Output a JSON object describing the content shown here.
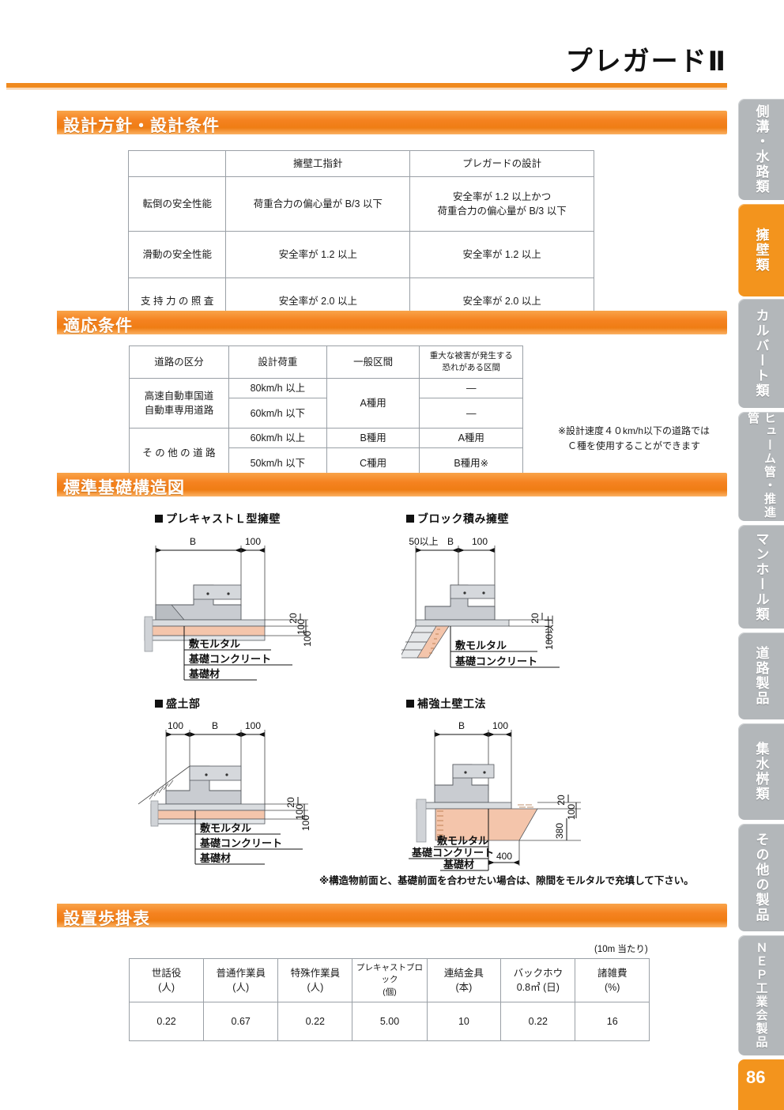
{
  "header": {
    "title": "プレガードⅡ"
  },
  "sections": {
    "design": "設計方針・設計条件",
    "applicable": "適応条件",
    "foundation": "標準基礎構造図",
    "install": "設置歩掛表"
  },
  "design_table": {
    "columns": [
      "",
      "擁壁工指針",
      "プレガードの設計"
    ],
    "rows": [
      {
        "label": "転倒の安全性能",
        "guide": "荷重合力の偏心量が B/3 以下",
        "pregard": "安全率が 1.2 以上かつ\n荷重合力の偏心量が B/3 以下"
      },
      {
        "label": "滑動の安全性能",
        "guide": "安全率が 1.2 以上",
        "pregard": "安全率が 1.2 以上"
      },
      {
        "label": "支 持 力 の 照 査",
        "guide": "安全率が 2.0 以上",
        "pregard": "安全率が 2.0 以上"
      }
    ]
  },
  "applicable_table": {
    "columns": [
      "道路の区分",
      "設計荷重",
      "一般区間",
      "重大な被害が発生する\n恐れがある区間"
    ],
    "rows": [
      {
        "class": "高速自動車国道\n自動車専用道路",
        "load": "80km/h 以上",
        "general": "A種用",
        "severe": "—"
      },
      {
        "class": "",
        "load": "60km/h 以下",
        "general": "",
        "severe": "—"
      },
      {
        "class": "そ の 他 の 道 路",
        "load": "60km/h 以上",
        "general": "B種用",
        "severe": "A種用"
      },
      {
        "class": "",
        "load": "50km/h 以下",
        "general": "C種用",
        "severe": "B種用※"
      }
    ],
    "note": "※設計速度４０km/h以下の道路では\nＣ種を使用することができます"
  },
  "diagrams": {
    "note": "※構造物前面と、基礎前面を合わせたい場合は、隙間をモルタルで充填して下さい。",
    "items": [
      {
        "title": "プレキャストＬ型擁壁",
        "dims_top": [
          "B",
          "100"
        ],
        "dims_right": [
          "20",
          "100",
          "100"
        ],
        "labels": [
          "敷モルタル",
          "基礎コンクリート",
          "基礎材"
        ]
      },
      {
        "title": "ブロック積み擁壁",
        "dims_top": [
          "50以上",
          "B",
          "100"
        ],
        "dims_right": [
          "20",
          "100以上"
        ],
        "labels": [
          "敷モルタル",
          "基礎コンクリート"
        ]
      },
      {
        "title": "盛土部",
        "dims_top": [
          "100",
          "B",
          "100"
        ],
        "dims_right": [
          "20",
          "100",
          "100"
        ],
        "labels": [
          "敷モルタル",
          "基礎コンクリート",
          "基礎材"
        ]
      },
      {
        "title": "補強土壁工法",
        "dims_top": [
          "B",
          "100"
        ],
        "dims_right": [
          "20",
          "100",
          "380"
        ],
        "dims_bottom": [
          "400"
        ],
        "labels": [
          "敷モルタル",
          "基礎コンクリート",
          "基礎材"
        ]
      }
    ]
  },
  "install_table": {
    "unit_note": "(10m 当たり)",
    "columns": [
      {
        "name": "世話役",
        "unit": "(人)"
      },
      {
        "name": "普通作業員",
        "unit": "(人)"
      },
      {
        "name": "特殊作業員",
        "unit": "(人)"
      },
      {
        "name": "プレキャストブロック",
        "unit": "(個)"
      },
      {
        "name": "連結金具",
        "unit": "(本)"
      },
      {
        "name": "バックホウ",
        "unit": "0.8㎥ (日)"
      },
      {
        "name": "諸雑費",
        "unit": "(%)"
      }
    ],
    "values": [
      "0.22",
      "0.67",
      "0.22",
      "5.00",
      "10",
      "0.22",
      "16"
    ]
  },
  "sidebar": {
    "tabs": [
      {
        "label": "側溝・水路類",
        "active": false
      },
      {
        "label": "擁壁類",
        "active": true
      },
      {
        "label": "カルバート類",
        "active": false
      },
      {
        "label": "ヒューム管・推進管",
        "active": false
      },
      {
        "label": "マンホール類",
        "active": false
      },
      {
        "label": "道路製品",
        "active": false
      },
      {
        "label": "集水桝類",
        "active": false
      },
      {
        "label": "その他の製品",
        "active": false
      },
      {
        "label": "ＮＥＰ工業会製品",
        "active": false
      }
    ],
    "page_number": "86"
  },
  "colors": {
    "accent": "#f3941d",
    "table_header": "#c9e6f7",
    "row_gray": "#dcdcdc",
    "tab_inactive": "#b3b7ba"
  }
}
